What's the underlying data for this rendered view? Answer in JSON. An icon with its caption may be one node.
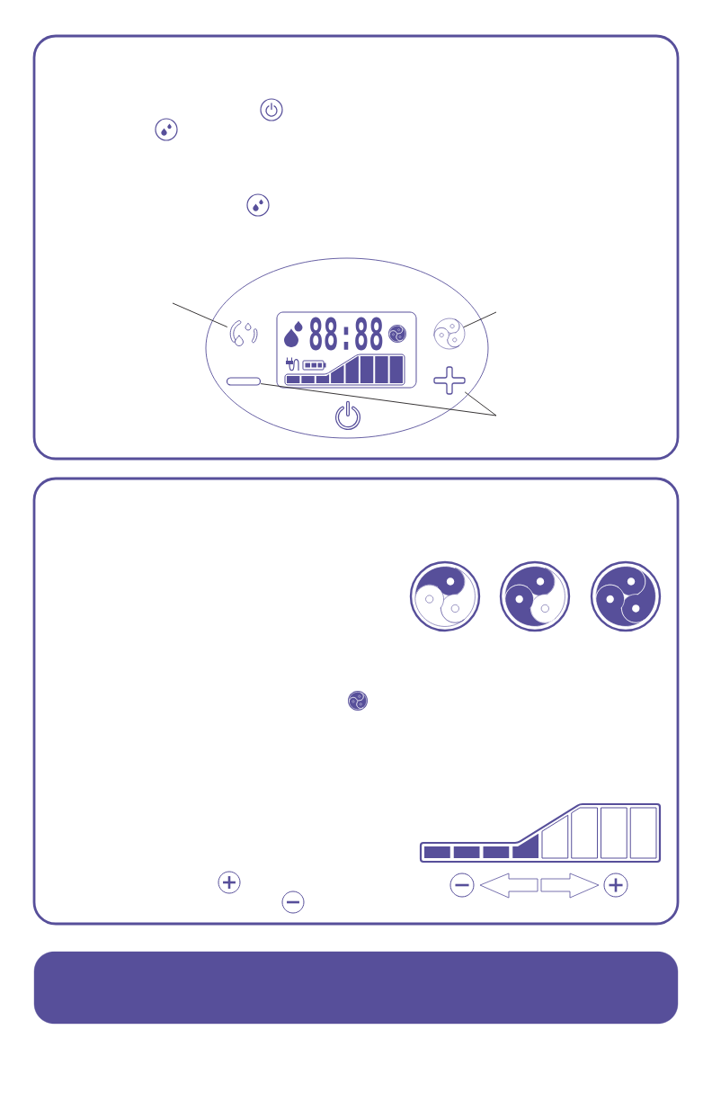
{
  "diagram": {
    "nodes": [
      {
        "text": [],
        "shape": "picture"
      },
      {
        "text": [],
        "shape": "picture"
      },
      {
        "text": [],
        "shape": "bar"
      },
      {
        "text": [],
        "shape": "picture"
      },
      {
        "text": [],
        "shape": "bar"
      }
    ],
    "edges": [
      {
        "from": null,
        "to": 0,
        "arrow": "none"
      },
      {
        "from": null,
        "to": 1,
        "arrow": "none"
      },
      {
        "from": null,
        "to": 2,
        "arrow": "none"
      },
      {
        "from": null,
        "to": 3,
        "arrow": "none"
      }
    ],
    "labels": [
      "88:88"
    ]
  }
}
